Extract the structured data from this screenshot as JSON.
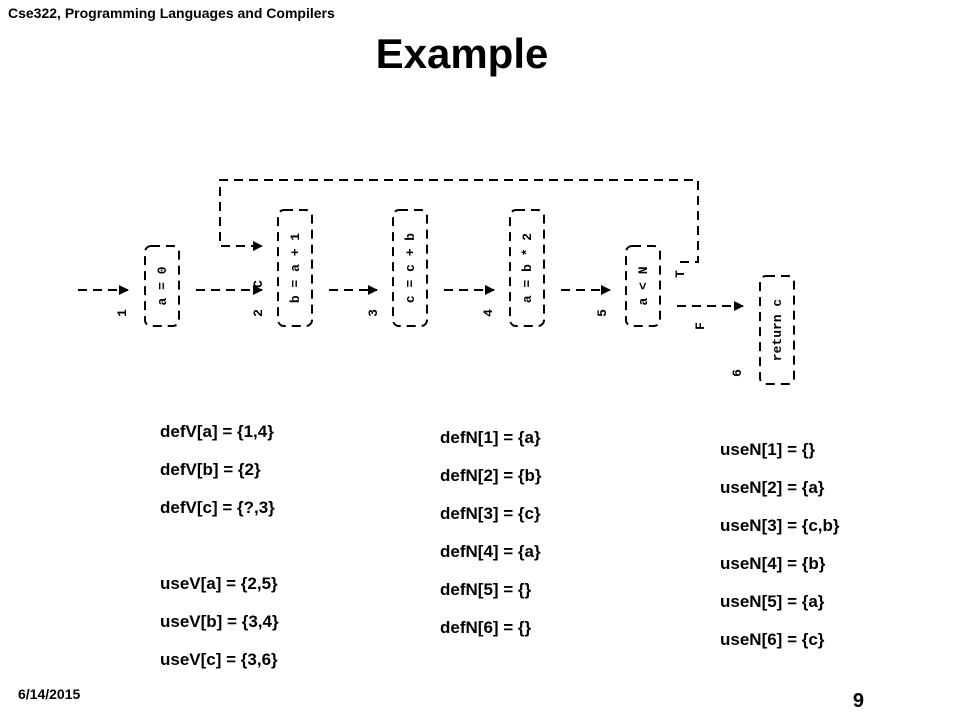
{
  "header": "Cse322, Programming Languages and Compilers",
  "title": "Example",
  "footer": {
    "date": "6/14/2015",
    "page": "9"
  },
  "diagram": {
    "nodes": [
      {
        "num": "1",
        "code": "a = 0"
      },
      {
        "num": "2",
        "code": "b = a + 1",
        "annot": "C"
      },
      {
        "num": "3",
        "code": "c = c + b"
      },
      {
        "num": "4",
        "code": "a = b * 2"
      },
      {
        "num": "5",
        "code": "a < N",
        "true_label": "T",
        "false_label": "F"
      },
      {
        "num": "6",
        "code": "return c"
      }
    ]
  },
  "columns": {
    "left": [
      "defV[a] = {1,4}",
      "defV[b] = {2}",
      "defV[c] = {?,3}",
      "useV[a] = {2,5}",
      "useV[b] = {3,4}",
      "useV[c] = {3,6}"
    ],
    "middle": [
      "defN[1] = {a}",
      "defN[2] = {b}",
      "defN[3] = {c}",
      "defN[4] = {a}",
      "defN[5] = {}",
      "defN[6] = {}"
    ],
    "right": [
      "useN[1] = {}",
      "useN[2] = {a}",
      "useN[3] = {c,b}",
      "useN[4] = {b}",
      "useN[5] = {a}",
      "useN[6] = {c}"
    ]
  }
}
